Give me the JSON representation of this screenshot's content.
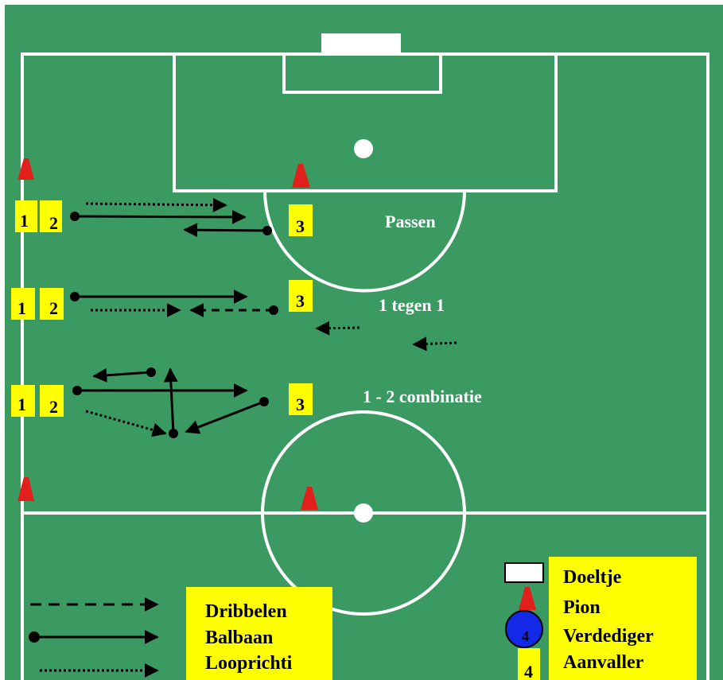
{
  "drills": {
    "passen": {
      "title": "Passen",
      "players": [
        "1",
        "2",
        "3"
      ]
    },
    "tegen": {
      "title": "1 tegen 1",
      "players": [
        "1",
        "2",
        "3"
      ]
    },
    "combinatie": {
      "title": "1 - 2 combinatie",
      "players": [
        "1",
        "2",
        "3"
      ]
    }
  },
  "legend_lines": {
    "items": [
      "Dribbelen",
      "Balbaan",
      "Looprichti"
    ]
  },
  "legend_symbols": {
    "items": [
      "Doeltje",
      "Pion",
      "Verdediger",
      "Aanvaller"
    ],
    "defender_number": "4",
    "attacker_number": "4"
  },
  "colors": {
    "pitch": "#3a9a62",
    "lines": "#ffffff",
    "box": "#ffff00",
    "cone": "#e0201a",
    "defender": "#1428e8",
    "arrow": "#000000"
  }
}
